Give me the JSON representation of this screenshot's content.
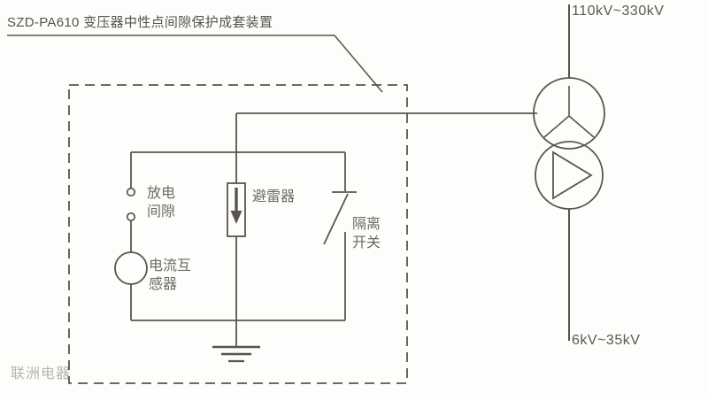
{
  "diagram": {
    "title": "SZD-PA610 变压器中性点间隙保护成套装置",
    "voltage_high": "110kV~330kV",
    "voltage_low": "6kV~35kV",
    "watermark": "联洲电器",
    "components": {
      "discharge_gap": "放电\n间隙",
      "discharge_gap_line1": "放电",
      "discharge_gap_line2": "间隙",
      "arrester": "避雷器",
      "current_transformer_line1": "电流互",
      "current_transformer_line2": "感器",
      "isolating_switch_line1": "隔离",
      "isolating_switch_line2": "开关"
    },
    "colors": {
      "line": "#5a544f",
      "text": "#6b6560",
      "background": "#fdfdfb",
      "watermark": "#b9b4ae"
    }
  }
}
